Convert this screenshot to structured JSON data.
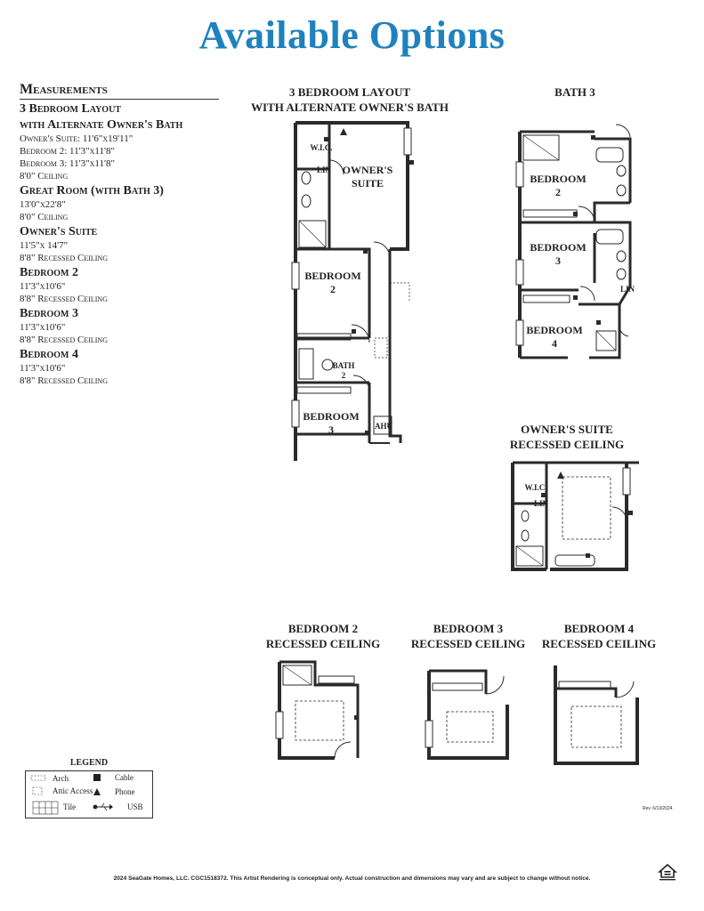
{
  "title": "Available Options",
  "measurements": {
    "heading": "Measurements",
    "sections": [
      {
        "heading": "3 Bedroom Layout",
        "lines": []
      },
      {
        "heading": "with Alternate Owner's Bath",
        "lines": [
          "Owner's Suite: 11'6\"x19'11\"",
          "Bedroom 2: 11'3\"x11'8\"",
          "Bedroom 3: 11'3\"x11'8\"",
          "8'0\" Ceiling"
        ]
      },
      {
        "heading": "Great Room (with Bath 3)",
        "lines": [
          "13'0\"x22'8\"",
          "8'0\" Ceiling"
        ]
      },
      {
        "heading": "Owner's Suite",
        "lines": [
          "11'5\"x 14'7\"",
          "8'8\" Recessed Ceiling"
        ]
      },
      {
        "heading": "Bedroom 2",
        "lines": [
          "11'3\"x10'6\"",
          "8'8\" Recessed Ceiling"
        ]
      },
      {
        "heading": "Bedroom 3",
        "lines": [
          "11'3\"x10'6\"",
          "8'8\" Recessed Ceiling"
        ]
      },
      {
        "heading": "Bedroom 4",
        "lines": [
          "11'3\"x10'6\"",
          "8'8\" Recessed Ceiling"
        ]
      }
    ]
  },
  "plans": {
    "layout3": {
      "title1": "3 BEDROOM LAYOUT",
      "title2": "WITH ALTERNATE OWNER'S BATH",
      "rooms": {
        "wic": "W.I.C.",
        "lin": "LIN",
        "owner1": "OWNER'S",
        "owner2": "SUITE",
        "bed2a": "BEDROOM",
        "bed2b": "2",
        "bath2a": "BATH",
        "bath2b": "2",
        "bed3a": "BEDROOM",
        "bed3b": "3",
        "ahu": "AHU"
      }
    },
    "bath3": {
      "title": "BATH 3",
      "rooms": {
        "bed2a": "BEDROOM",
        "bed2b": "2",
        "bed3a": "BEDROOM",
        "bed3b": "3",
        "bed4a": "BEDROOM",
        "bed4b": "4",
        "lin": "LIN"
      }
    },
    "owner_ceiling": {
      "title1": "OWNER'S SUITE",
      "title2": "RECESSED CEILING",
      "rooms": {
        "wic": "W.I.C.",
        "lin": "LIN"
      }
    },
    "bed2_ceiling": {
      "title1": "BEDROOM 2",
      "title2": "RECESSED CEILING"
    },
    "bed3_ceiling": {
      "title1": "BEDROOM 3",
      "title2": "RECESSED CEILING"
    },
    "bed4_ceiling": {
      "title1": "BEDROOM 4",
      "title2": "RECESSED CEILING"
    }
  },
  "legend": {
    "title": "LEGEND",
    "arch": "Arch",
    "attic": "Attic Access",
    "tile": "Tile",
    "cable": "Cable",
    "phone": "Phone",
    "usb": "USB"
  },
  "footer": "2024 SeaGate Homes, LLC. CGC1518372.  This Artist Rendering is conceptual only. Actual construction and dimensions may vary and are subject to change without notice.",
  "revision": "Rev. 6/13/2024",
  "icons": [
    "equal-housing-icon",
    "phone-icon",
    "cable-icon",
    "usb-icon"
  ],
  "colors": {
    "title": "#1f82bf",
    "walls": "#2a2a2a"
  }
}
